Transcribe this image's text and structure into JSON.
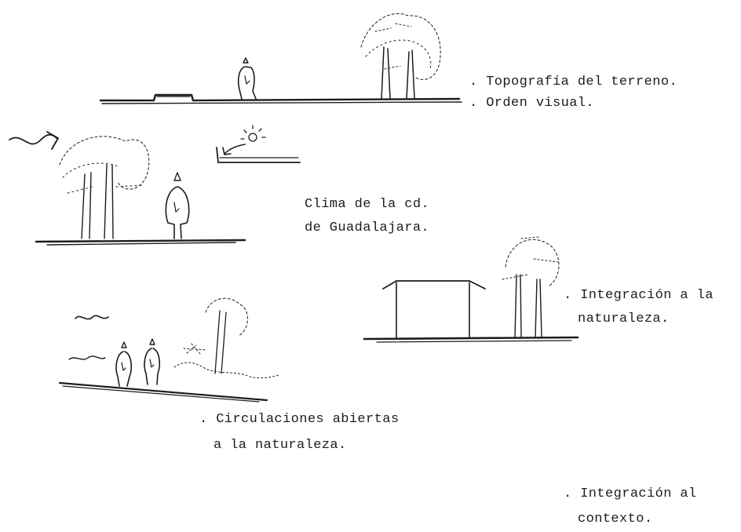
{
  "annotations": [
    {
      "id": "topografia",
      "lines": [
        ". Topografía del terreno.",
        ". Orden visual."
      ]
    },
    {
      "id": "clima",
      "lines": [
        "Clima de la cd.",
        "de Guadalajara."
      ]
    },
    {
      "id": "integracion-naturaleza",
      "lines": [
        ". Integración a la",
        "naturaleza."
      ]
    },
    {
      "id": "circulaciones",
      "lines": [
        ". Circulaciones abiertas",
        "a la naturaleza."
      ]
    },
    {
      "id": "integracion-contexto",
      "lines": [
        ". Integración al",
        "contexto."
      ]
    }
  ],
  "sketches": [
    "terrain-section-sketch",
    "sun-wind-climate-sketch",
    "pavilion-trees-sketch",
    "open-circulation-sketch"
  ],
  "colors": {
    "ink": "#1c1c1c",
    "paper": "#ffffff"
  }
}
